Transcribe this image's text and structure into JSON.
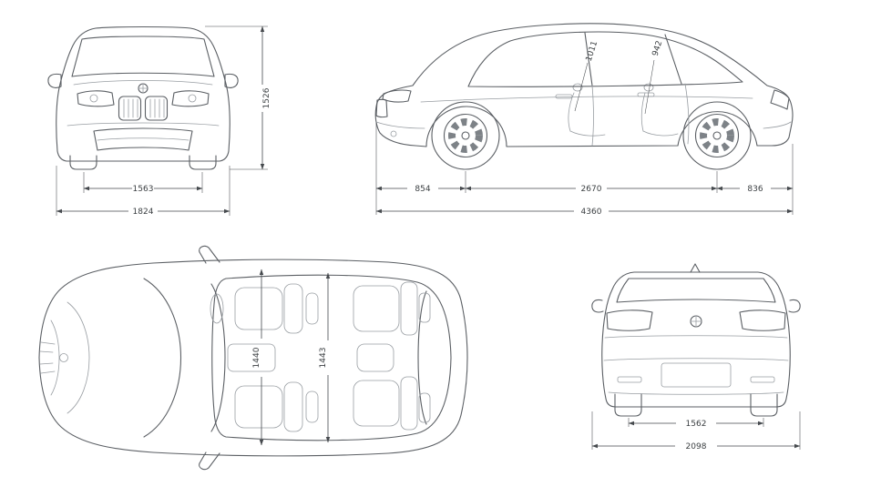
{
  "colors": {
    "car_line": "#5b5f64",
    "detail_line": "#989da2",
    "dimension_line": "#45494d",
    "label_text": "#3c4043",
    "background": "#ffffff"
  },
  "front_view": {
    "height": "1526",
    "track_width": "1563",
    "overall_width": "1824"
  },
  "side_view": {
    "front_overhang": "854",
    "wheelbase": "2670",
    "rear_overhang": "836",
    "overall_length": "4360",
    "interior_height_front": "1011",
    "interior_height_rear": "942"
  },
  "top_view": {
    "interior_width_front": "1440",
    "interior_width_rear": "1443"
  },
  "rear_view": {
    "track_width": "1562",
    "overall_width_incl_mirrors": "2098"
  }
}
